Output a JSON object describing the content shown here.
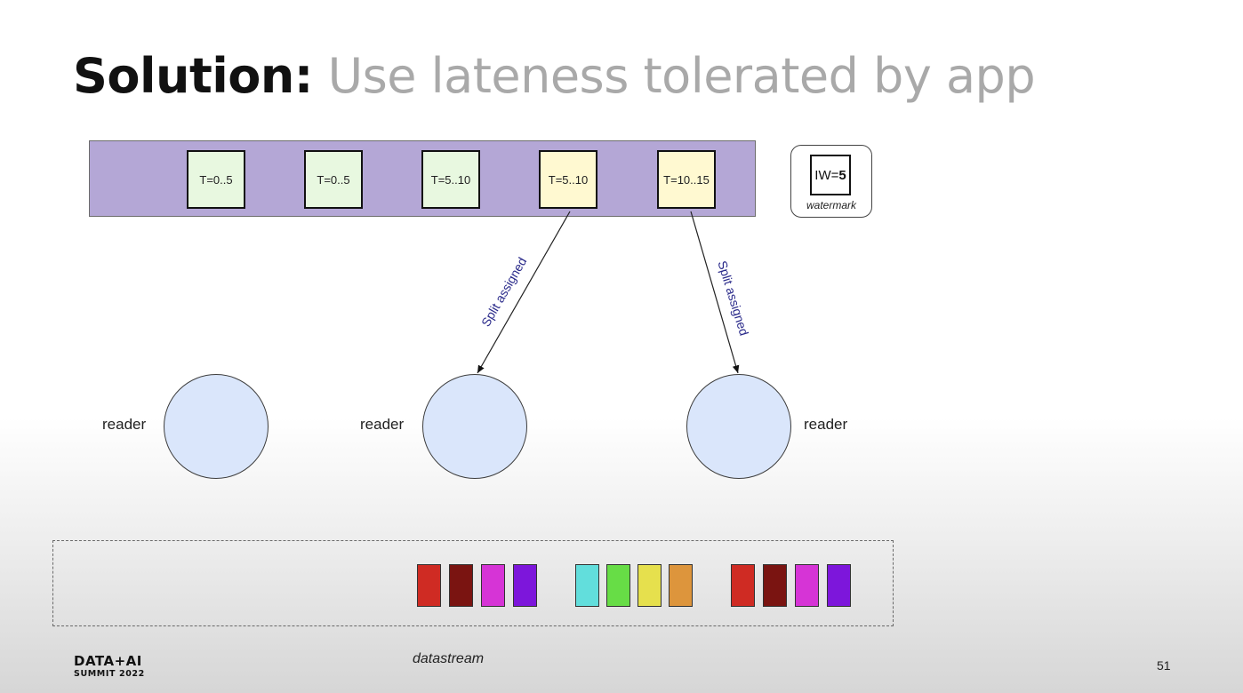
{
  "title": {
    "bold": "Solution:",
    "rest": " Use lateness tolerated by app"
  },
  "queue": {
    "splits": [
      {
        "label": "T=0..5",
        "state": "pending",
        "color": "#e8f8e0"
      },
      {
        "label": "T=0..5",
        "state": "pending",
        "color": "#e8f8e0"
      },
      {
        "label": "T=5..10",
        "state": "pending",
        "color": "#e8f8e0"
      },
      {
        "label": "T=5..10",
        "state": "assigned",
        "color": "#fff9d1"
      },
      {
        "label": "T=10..15",
        "state": "assigned",
        "color": "#fff9d1"
      }
    ],
    "color": "#b4a7d6"
  },
  "watermark": {
    "value_prefix": "IW=",
    "value": "5",
    "caption": "watermark"
  },
  "arrows": [
    {
      "label": "Split assigned"
    },
    {
      "label": "Split assigned"
    }
  ],
  "readers": [
    {
      "label": "reader"
    },
    {
      "label": "reader"
    },
    {
      "label": "reader"
    }
  ],
  "datastream": {
    "label": "datastream",
    "events": [
      {
        "color": "#cf2b23"
      },
      {
        "color": "#7a1411"
      },
      {
        "color": "#d634d6"
      },
      {
        "color": "#7d16db"
      },
      {
        "color": "#62dedc"
      },
      {
        "color": "#67dd46"
      },
      {
        "color": "#e6e04d"
      },
      {
        "color": "#dd953c"
      },
      {
        "color": "#cf2b23"
      },
      {
        "color": "#7a1411"
      },
      {
        "color": "#d634d6"
      },
      {
        "color": "#7d16db"
      }
    ]
  },
  "footer": {
    "logo_line1": "DATA+AI",
    "logo_line2": "SUMMIT 2022",
    "page_number": "51"
  }
}
